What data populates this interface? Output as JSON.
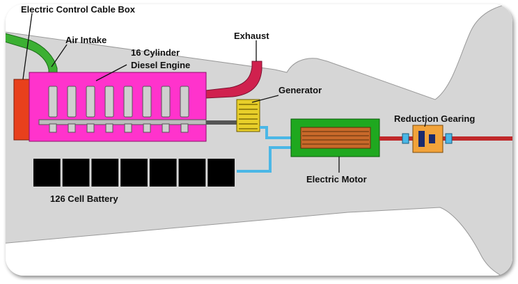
{
  "labels": {
    "cable_box": "Electric Control Cable Box",
    "air_intake": "Air Intake",
    "engine_line1": "16 Cylinder",
    "engine_line2": "Diesel Engine",
    "exhaust": "Exhaust",
    "generator": "Generator",
    "reduction_gearing": "Reduction Gearing",
    "electric_motor": "Electric Motor",
    "battery": "126 Cell Battery"
  },
  "counts": {
    "cylinders": 8,
    "battery_cells": 7
  },
  "colors": {
    "hull": "#d6d6d6",
    "engine": "#ff33cc",
    "cable_box": "#e8401c",
    "air_intake": "#3cb033",
    "exhaust": "#d0214e",
    "generator": "#e8cf2a",
    "motor_outer": "#1fa81f",
    "motor_inner": "#c8692a",
    "gear_box": "#f2a33a",
    "shaft": "#c0282a",
    "cable": "#4bb7e6",
    "battery": "#000000",
    "cylinder": "#cfcfcf"
  }
}
